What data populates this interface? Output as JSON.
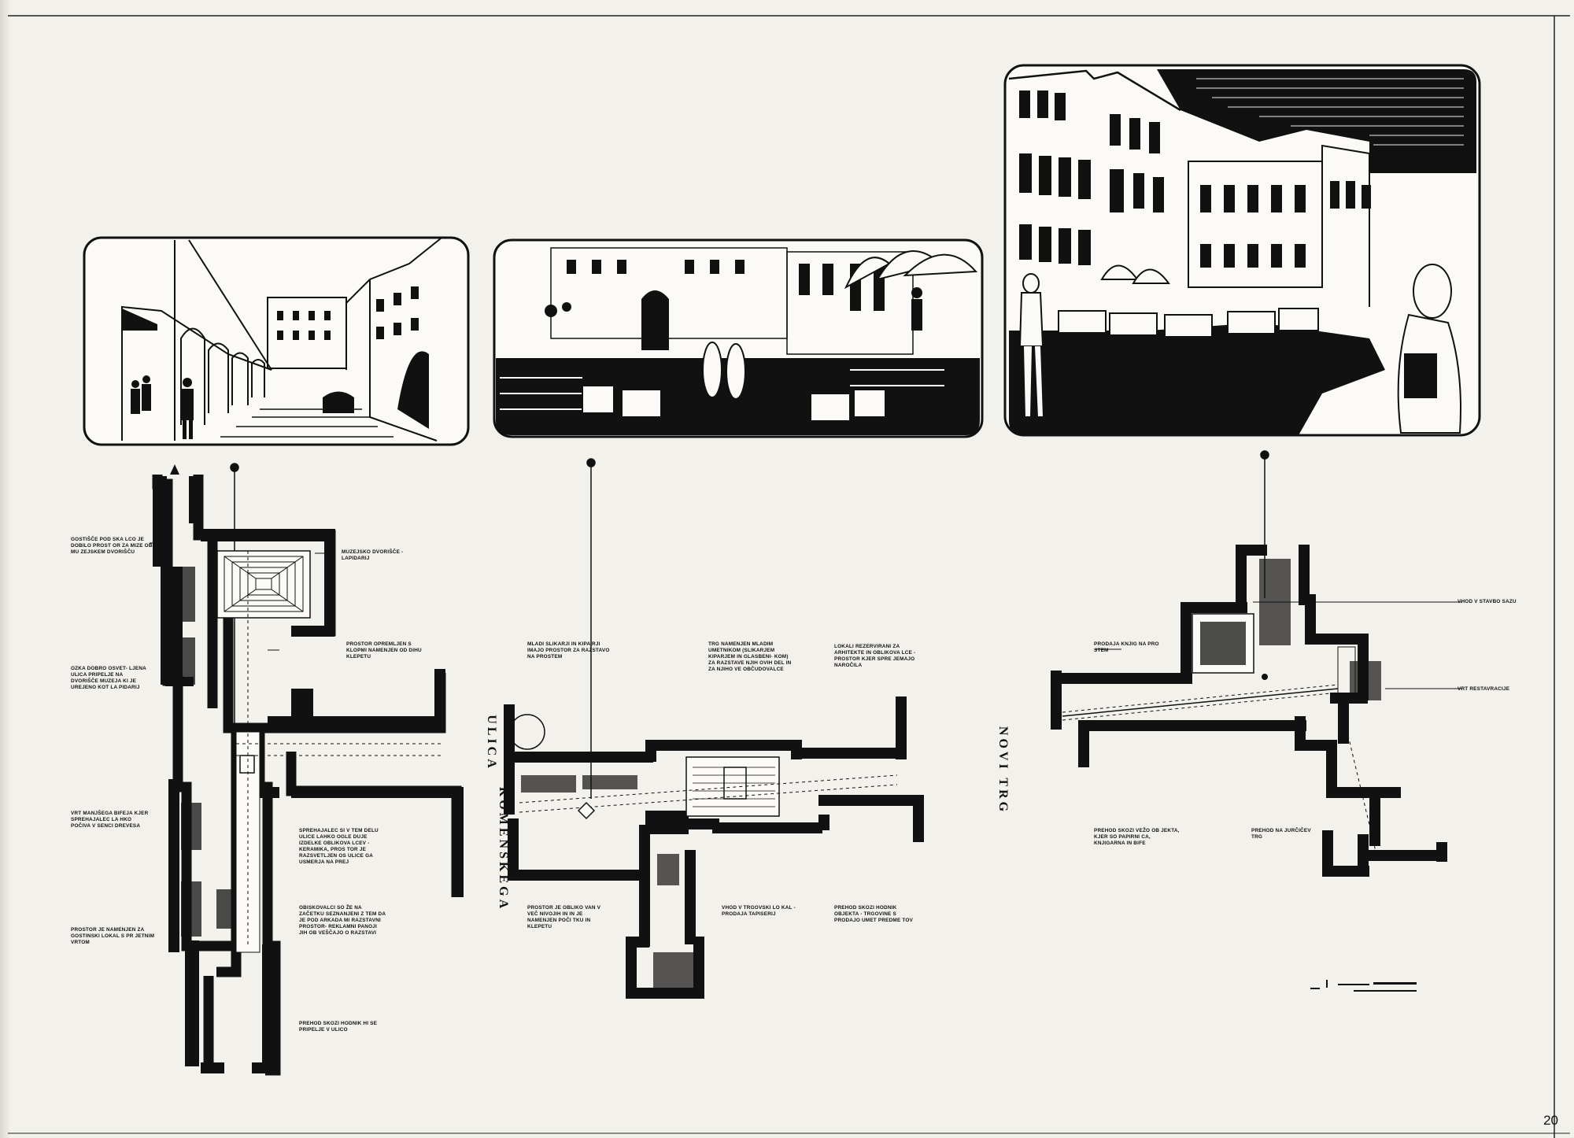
{
  "labels": {
    "gostisce": "GOSTIŠČE POD SKA LCO JE DOBILO PROST OR ZA MIZE OB MU ZEJSKEM DVORIŠČU",
    "muzejsko": "MUZEJSKO DVORIŠČE - LAPIDARIJ",
    "prostor_klop": "PROSTOR OPREMLJEN S KLOPMI NAMENJEN OD DIHU KLEPETU",
    "ozka": "OZKA DOBRO OSVET- LJENA ULICA PRIPELJE NA DVORIŠČE MUZEJA KI JE UREJENO KOT LA PIDARIJ",
    "vrt_bife": "VRT MANJŠEGA BIFEJA KJER SPREHAJALEC LA HKO POČIVA V SENCI DREVESA",
    "sprehajalec": "SPREHAJALEC SI V TEM DELU ULICE LAHKO OGLE DUJE IZDELKE OBLIKOVA LCEV - KERAMIKA, PROS TOR JE RAZSVETLJEN OS ULICE GA USMERJA NA PREJ",
    "obiskovalci": "OBISKOVALCI SO ŽE NA ZAČETKU SEZNANJENI Z TEM DA JE POD ARKADA MI RAZSTAVNI PROSTOR- REKLAMNI PANOJI JIH OB VEŠČAJO O RAZSTAVI",
    "gostinski": "PROSTOR JE NAMENJEN ZA GOSTINSKI LOKAL S PR JETNIM VRTOM",
    "prehod_hodnik": "PREHOD SKOZI HODNIK HI SE PRIPELJE V ULICO",
    "mladi": "MLADI SLIKARJI IN KIPA RJI IMAJO PROSTOR ZA RAZSTAVO NA PROSTEM",
    "trg": "TRG NAMENJEN MLADIM UMETNIKOM (SLIKARJEM KIPARJEM IN GLASBENI- KOM) ZA RAZSTAVE NJIH OVIH DEL IN ZA NJIHO VE OBČUDOVALCE",
    "lokali": "LOKALI REZERVIRANI ZA ARHITEKTE IN OBLIKOVA LCE - PROSTOR KJER SPRE JEMAJO NAROČILA",
    "prostor_oblik": "PROSTOR JE OBLIKO VAN V VEČ NIVOJIH IN IN JE NAMENJEN POČI TKU IN KLEPETU",
    "vhod_trgov": "VHOD V TRGOVSKI LO KAL - PRODAJA TAPISERIJ",
    "prehod_objekt": "PREHOD SKOZI HODNIK OBJEKTA - TRGOVINE S PRODAJO UMET PREDME TOV",
    "prodaja_knjig": "PRODAJA KNJIG NA PRO STEM",
    "vhod_stavbo": "VHOD V STAVBO SAZU",
    "vrt_rest": "VRT RESTAVRACIJE",
    "prehod_vezo": "PREHOD SKOZI VEŽO OB JEKTA, KJER SO PAPIRNI CA, KNJIGARNA IN BIFE",
    "prehod_trg": "PREHOD NA JURČIČEV TRG"
  },
  "streets": {
    "ulica": "ULICA",
    "ribiska": "KOMENSKEGA",
    "novi_trg": "NOVI TRG"
  },
  "page_number": "20",
  "colors": {
    "paper": "#f3f1ec",
    "ink": "#111111"
  }
}
